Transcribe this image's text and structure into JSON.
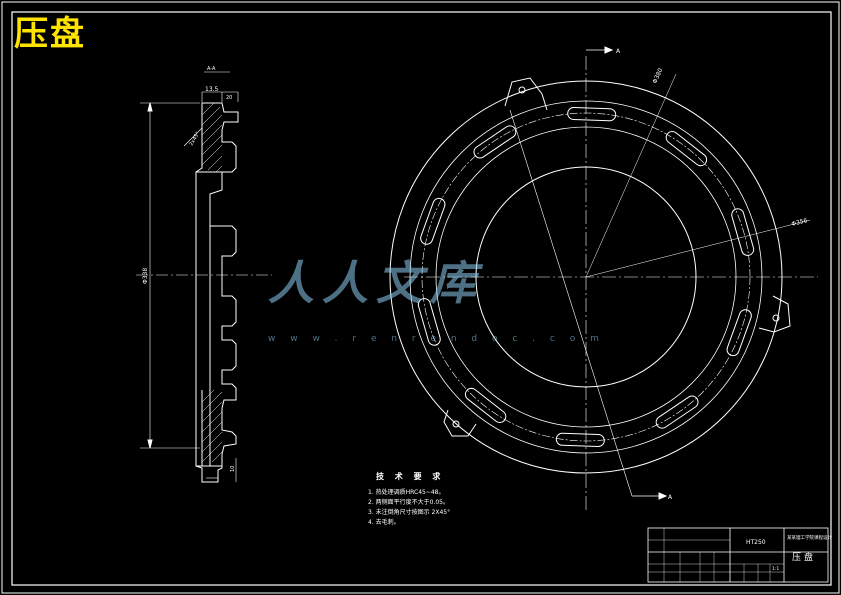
{
  "drawing": {
    "title": "压盘",
    "section_mark": "A-A",
    "label_A": "A"
  },
  "dimensions": {
    "top_1": "13.5",
    "top_2": "20",
    "diameter_left": "Φ338",
    "chamfer": "2x45°",
    "bottom": "10",
    "diam_outer": "Φ380",
    "diam_mid": "Φ356"
  },
  "tech_requirements": {
    "heading": "技 术 要 求",
    "items": [
      "1. 热处理调质HRC45~48。",
      "2. 两侧面平行度不大于0.05。",
      "3. 未注倒角尺寸按图示 2X45°",
      "4. 去毛刺。"
    ]
  },
  "title_block": {
    "code": "HT250",
    "school": "某某理工学院课程设计",
    "name": "压盘",
    "scale": "1:1"
  },
  "watermark": {
    "text": "人人文库",
    "url": "w w w . r e n r e n d o c . c o m"
  }
}
